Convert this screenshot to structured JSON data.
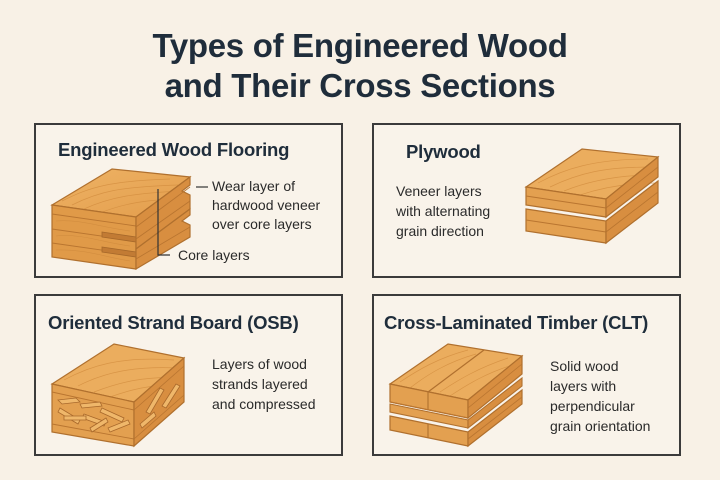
{
  "title": {
    "line1": "Types of Engineered Wood",
    "line2": "and Their Cross Sections"
  },
  "panels": [
    {
      "title": "Engineered Wood Flooring",
      "callouts": [
        {
          "line1": "Wear layer of",
          "line2": "hardwood veneer",
          "line3": "over core layers"
        },
        {
          "line1": "Core layers"
        }
      ],
      "illustration": "engineered-flooring-cross-section-icon"
    },
    {
      "title": "Plywood",
      "description": {
        "line1": "Veneer layers",
        "line2": "with alternating",
        "line3": "grain direction"
      },
      "illustration": "plywood-cross-section-icon"
    },
    {
      "title": "Oriented Strand Board (OSB)",
      "description": {
        "line1": "Layers of wood",
        "line2": "strands layered",
        "line3": "and compressed"
      },
      "illustration": "osb-cross-section-icon"
    },
    {
      "title": "Cross-Laminated Timber (CLT)",
      "description": {
        "line1": "Solid wood",
        "line2": "layers with",
        "line3": "perpendicular",
        "line4": "grain orientation"
      },
      "illustration": "clt-cross-section-icon"
    }
  ],
  "colors": {
    "background": "#f8f1e6",
    "panel_border": "#3b3b3b",
    "title_text": "#1f2d3b",
    "wood_top": "#e9a95a",
    "wood_side": "#dd9343",
    "wood_edge": "#b0702e"
  }
}
